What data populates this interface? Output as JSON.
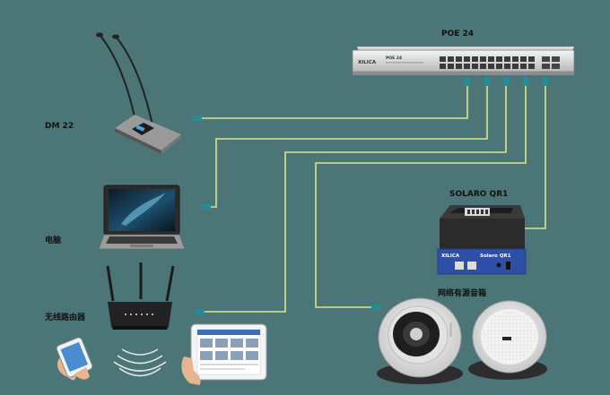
{
  "devices": {
    "switch": {
      "label": "POE 24",
      "brand": "XILICA",
      "panel_text": "POE 24"
    },
    "microphone": {
      "label": "DM 22"
    },
    "laptop": {
      "label": "电脑"
    },
    "router": {
      "label": "无线路由器"
    },
    "processor": {
      "label": "SOLARO QR1",
      "brand": "XILICA",
      "panel_text": "Solaro QR1"
    },
    "speakers": {
      "label": "网络有源音箱"
    }
  },
  "colors": {
    "background": "#4b7577",
    "cable": "#d8e78a",
    "connector": "#1f8f9a",
    "device_dark": "#2a2a2a",
    "processor_blue": "#2d4fa6"
  }
}
